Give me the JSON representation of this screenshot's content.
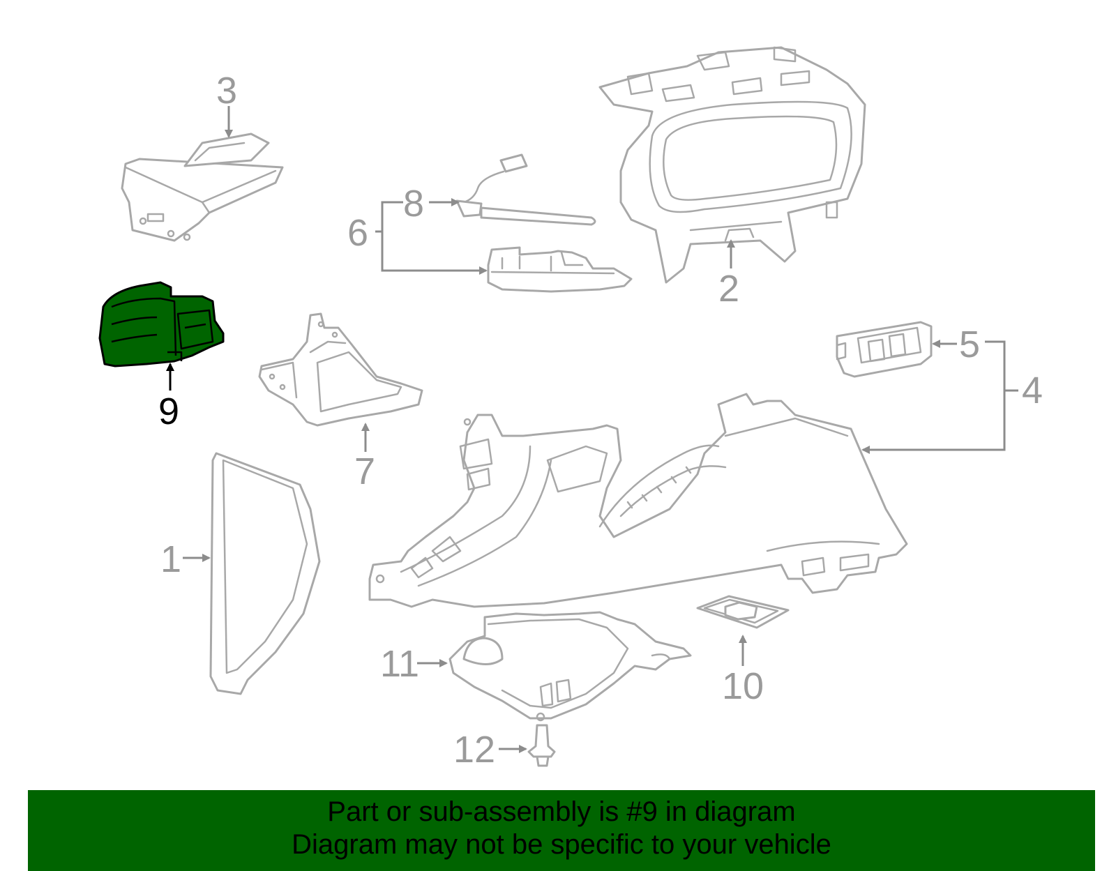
{
  "diagram": {
    "highlighted_part": "9",
    "highlight_color": "#006400",
    "line_color": "#a8a8a8",
    "callouts": [
      "1",
      "2",
      "3",
      "4",
      "5",
      "6",
      "7",
      "8",
      "9",
      "10",
      "11",
      "12"
    ]
  },
  "banner": {
    "line1": "Part or sub-assembly is #9 in diagram",
    "line2": "Diagram may not be specific to your vehicle",
    "background": "#006400"
  }
}
